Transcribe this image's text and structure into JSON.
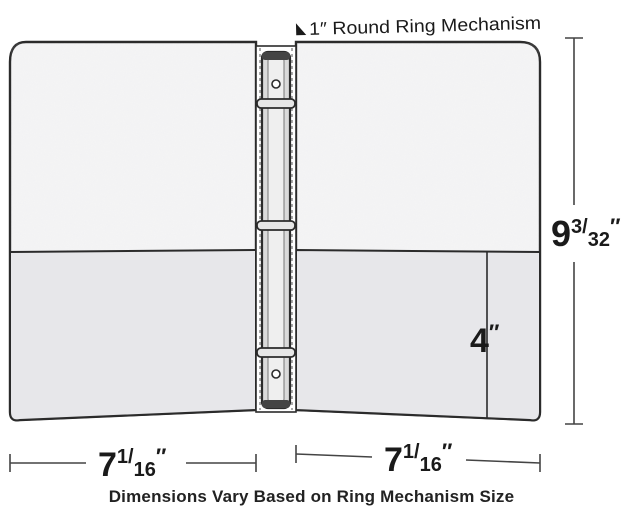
{
  "ring_label": "1″ Round Ring Mechanism",
  "height_dim": {
    "whole": "9",
    "num": "3",
    "den": "32",
    "mark": "″"
  },
  "pocket_dim": {
    "whole": "4",
    "mark": "″"
  },
  "left_width_dim": {
    "whole": "7",
    "num": "1",
    "den": "16",
    "mark": "″"
  },
  "right_width_dim": {
    "whole": "7",
    "num": "1",
    "den": "16",
    "mark": "″"
  },
  "caption": "Dimensions Vary Based on Ring Mechanism Size",
  "colors": {
    "outline": "#2b2b2b",
    "cover": "#f3f3f4",
    "pocket": "#e6e6e9",
    "ring_metal": "#d9d9d9",
    "dim_line": "#444444"
  }
}
